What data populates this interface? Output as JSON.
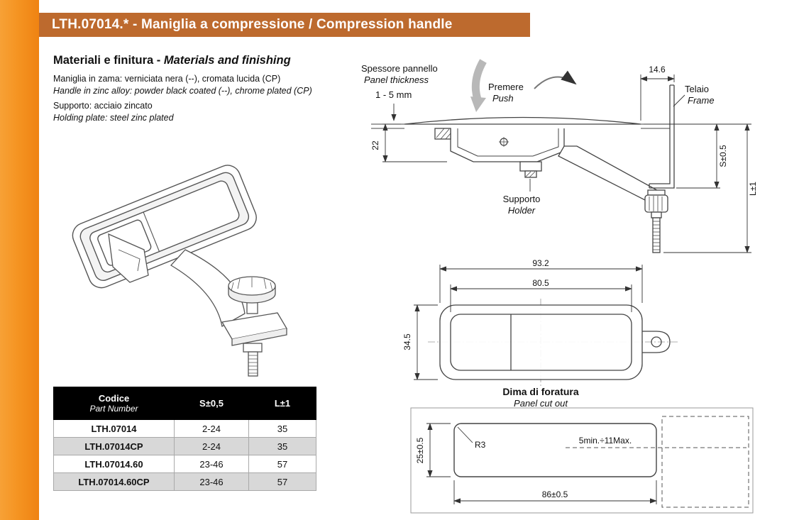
{
  "header": {
    "title": "LTH.07014.* - Maniglia a compressione / Compression handle"
  },
  "materials": {
    "heading_it": "Materiali e finitura -",
    "heading_en": "Materials and finishing",
    "line1_it": "Maniglia in zama: verniciata nera (--), cromata lucida (CP)",
    "line1_en": "Handle in zinc alloy: powder black coated (--), chrome plated (CP)",
    "line2_it": "Supporto: acciaio zincato",
    "line2_en": "Holding plate: steel zinc plated"
  },
  "side_view": {
    "panel_thickness_it": "Spessore pannello",
    "panel_thickness_en": "Panel thickness",
    "thickness_range": "1 - 5 mm",
    "push_it": "Premere",
    "push_en": "Push",
    "dim_width": "14.6",
    "frame_it": "Telaio",
    "frame_en": "Frame",
    "dim_depth": "22",
    "dim_s": "S±0.5",
    "dim_l": "L±1",
    "holder_it": "Supporto",
    "holder_en": "Holder"
  },
  "top_view": {
    "dim_outer_width": "93.2",
    "dim_inner_width": "80.5",
    "dim_height": "34.5",
    "caption_it": "Dima di foratura",
    "caption_en": "Panel cut out"
  },
  "cutout_view": {
    "radius": "R3",
    "edge_range": "5min.÷11Max.",
    "dim_height": "25±0.5",
    "dim_width": "86±0.5"
  },
  "table": {
    "header": {
      "code_it": "Codice",
      "code_en": "Part Number",
      "s": "S±0,5",
      "l": "L±1"
    },
    "rows": [
      {
        "code": "LTH.07014",
        "s": "2-24",
        "l": "35"
      },
      {
        "code": "LTH.07014CP",
        "s": "2-24",
        "l": "35"
      },
      {
        "code": "LTH.07014.60",
        "s": "23-46",
        "l": "57"
      },
      {
        "code": "LTH.07014.60CP",
        "s": "23-46",
        "l": "57"
      }
    ]
  },
  "colors": {
    "title_bar_bg": "#bd6a2e",
    "accent_orange": "#f5941e",
    "table_header_bg": "#000000",
    "table_row_alt_bg": "#d8d8d8"
  }
}
